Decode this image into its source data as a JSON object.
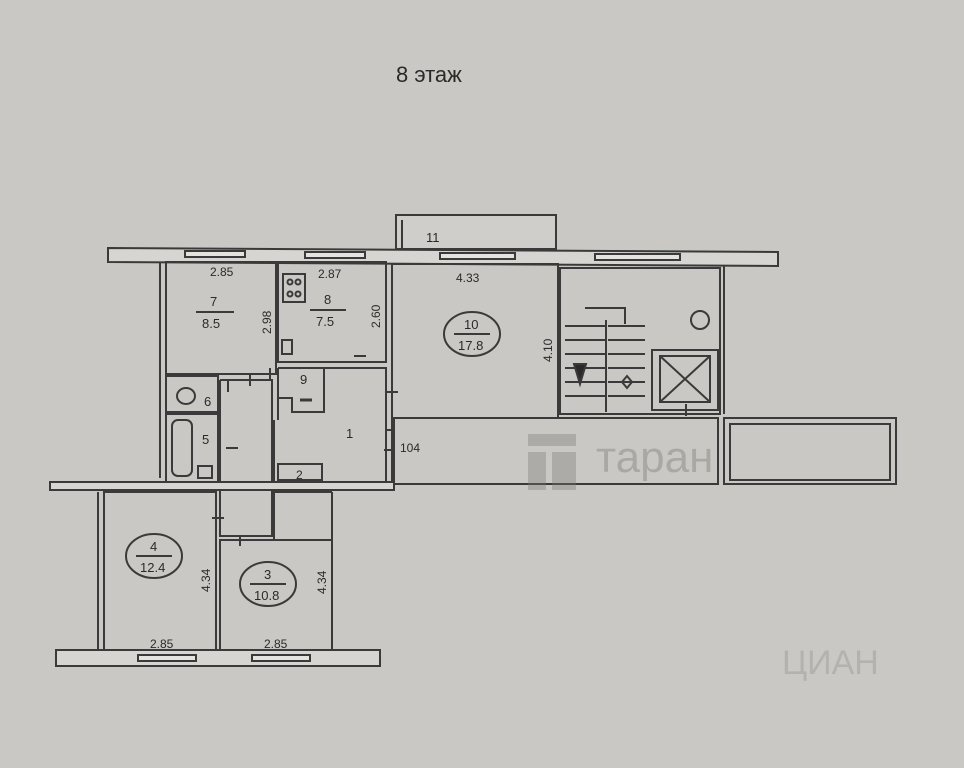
{
  "title": "8 этаж",
  "watermark": {
    "brand": "таран",
    "tag": "ЦИАН"
  },
  "rooms": [
    {
      "id": "room-1",
      "number": "1",
      "area": ""
    },
    {
      "id": "room-2",
      "number": "2",
      "area": ""
    },
    {
      "id": "room-3",
      "number": "3",
      "area": "10.8"
    },
    {
      "id": "room-4",
      "number": "4",
      "area": "12.4"
    },
    {
      "id": "room-5",
      "number": "5",
      "area": ""
    },
    {
      "id": "room-6",
      "number": "6",
      "area": ""
    },
    {
      "id": "room-7",
      "number": "7",
      "area": "8.5"
    },
    {
      "id": "room-8",
      "number": "8",
      "area": "7.5"
    },
    {
      "id": "room-9",
      "number": "9",
      "area": ""
    },
    {
      "id": "room-10",
      "number": "10",
      "area": "17.8"
    },
    {
      "id": "room-11",
      "number": "11",
      "area": ""
    }
  ],
  "dimensions": {
    "room7_width": "2.85",
    "room8_width": "2.87",
    "room10_width": "4.33",
    "room7_depth": "2.98",
    "room8_depth": "2.60",
    "room10_depth": "4.10",
    "door_1": "104",
    "room4_depth": "4.34",
    "room3_depth": "4.34",
    "room4_width": "2.85",
    "room3_width": "2.85"
  }
}
